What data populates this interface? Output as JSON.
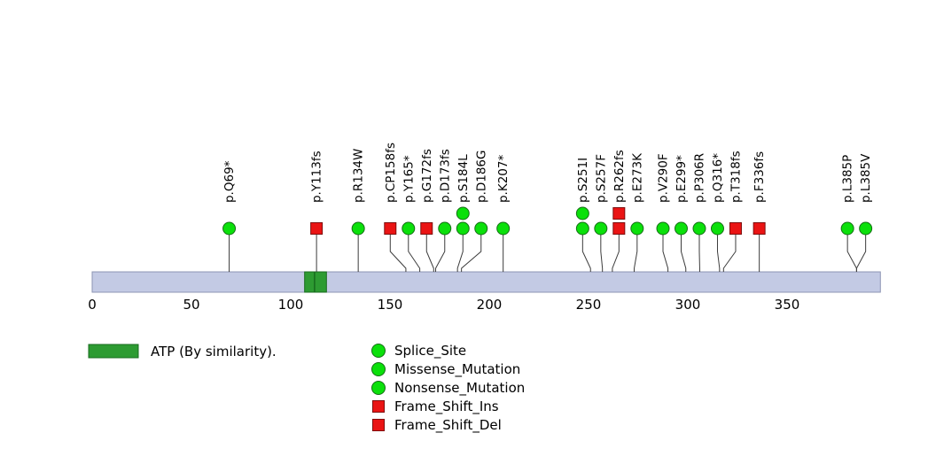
{
  "chart_data": {
    "type": "lollipop",
    "title": "",
    "xlabel": "",
    "x_ticks": [
      0,
      50,
      100,
      150,
      200,
      250,
      300,
      350
    ],
    "x_max": 397,
    "grid": false,
    "colors": {
      "backbone": "#c3cae4",
      "backbone_border": "#8d94b3",
      "circle": "#0be00b",
      "circle_border": "#156e15",
      "square": "#ea1414",
      "square_border": "#7e0d0d",
      "stem": "#3c3c3c",
      "domain": "#2d9b32",
      "domain_border": "#176b1d"
    },
    "domains": [
      {
        "label": "ATP (By similarity).",
        "start": 107,
        "end": 118,
        "divider": 112,
        "color": "#2d9b32",
        "border": "#176b1d"
      }
    ],
    "mutations": [
      {
        "label": "p.Q69*",
        "pos": 69,
        "marker": "circle",
        "count": 1
      },
      {
        "label": "p.Y113fs",
        "pos": 113,
        "marker": "square",
        "count": 1
      },
      {
        "label": "p.R134W",
        "pos": 134,
        "marker": "circle",
        "count": 1
      },
      {
        "label": "p.CP158fs",
        "pos": 158,
        "marker": "square",
        "count": 1
      },
      {
        "label": "p.Y165*",
        "pos": 165,
        "marker": "circle",
        "count": 1
      },
      {
        "label": "p.G172fs",
        "pos": 172,
        "marker": "square",
        "count": 1
      },
      {
        "label": "p.D173fs",
        "pos": 173,
        "marker": "circle",
        "count": 1
      },
      {
        "label": "p.S184L",
        "pos": 184,
        "marker": "circle",
        "count": 2
      },
      {
        "label": "p.D186G",
        "pos": 186,
        "marker": "circle",
        "count": 1
      },
      {
        "label": "p.K207*",
        "pos": 207,
        "marker": "circle",
        "count": 1
      },
      {
        "label": "p.S251I",
        "pos": 251,
        "marker": "circle",
        "count": 2
      },
      {
        "label": "p.S257F",
        "pos": 257,
        "marker": "circle",
        "count": 1
      },
      {
        "label": "p.R262fs",
        "pos": 262,
        "marker": "square",
        "count": 2
      },
      {
        "label": "p.E273K",
        "pos": 273,
        "marker": "circle",
        "count": 1
      },
      {
        "label": "p.V290F",
        "pos": 290,
        "marker": "circle",
        "count": 1
      },
      {
        "label": "p.E299*",
        "pos": 299,
        "marker": "circle",
        "count": 1
      },
      {
        "label": "p.P306R",
        "pos": 306,
        "marker": "circle",
        "count": 1
      },
      {
        "label": "p.Q316*",
        "pos": 316,
        "marker": "circle",
        "count": 1
      },
      {
        "label": "p.T318fs",
        "pos": 318,
        "marker": "square",
        "count": 1
      },
      {
        "label": "p.F336fs",
        "pos": 336,
        "marker": "square",
        "count": 1
      },
      {
        "label": "p.L385P",
        "pos": 385,
        "marker": "circle",
        "count": 1
      },
      {
        "label": "p.L385V",
        "pos": 385,
        "marker": "circle",
        "count": 1
      }
    ],
    "legend": {
      "domain_label": "ATP (By similarity).",
      "items": [
        {
          "label": "Splice_Site",
          "marker": "circle"
        },
        {
          "label": "Missense_Mutation",
          "marker": "circle"
        },
        {
          "label": "Nonsense_Mutation",
          "marker": "circle"
        },
        {
          "label": "Frame_Shift_Ins",
          "marker": "square"
        },
        {
          "label": "Frame_Shift_Del",
          "marker": "square"
        }
      ]
    }
  }
}
